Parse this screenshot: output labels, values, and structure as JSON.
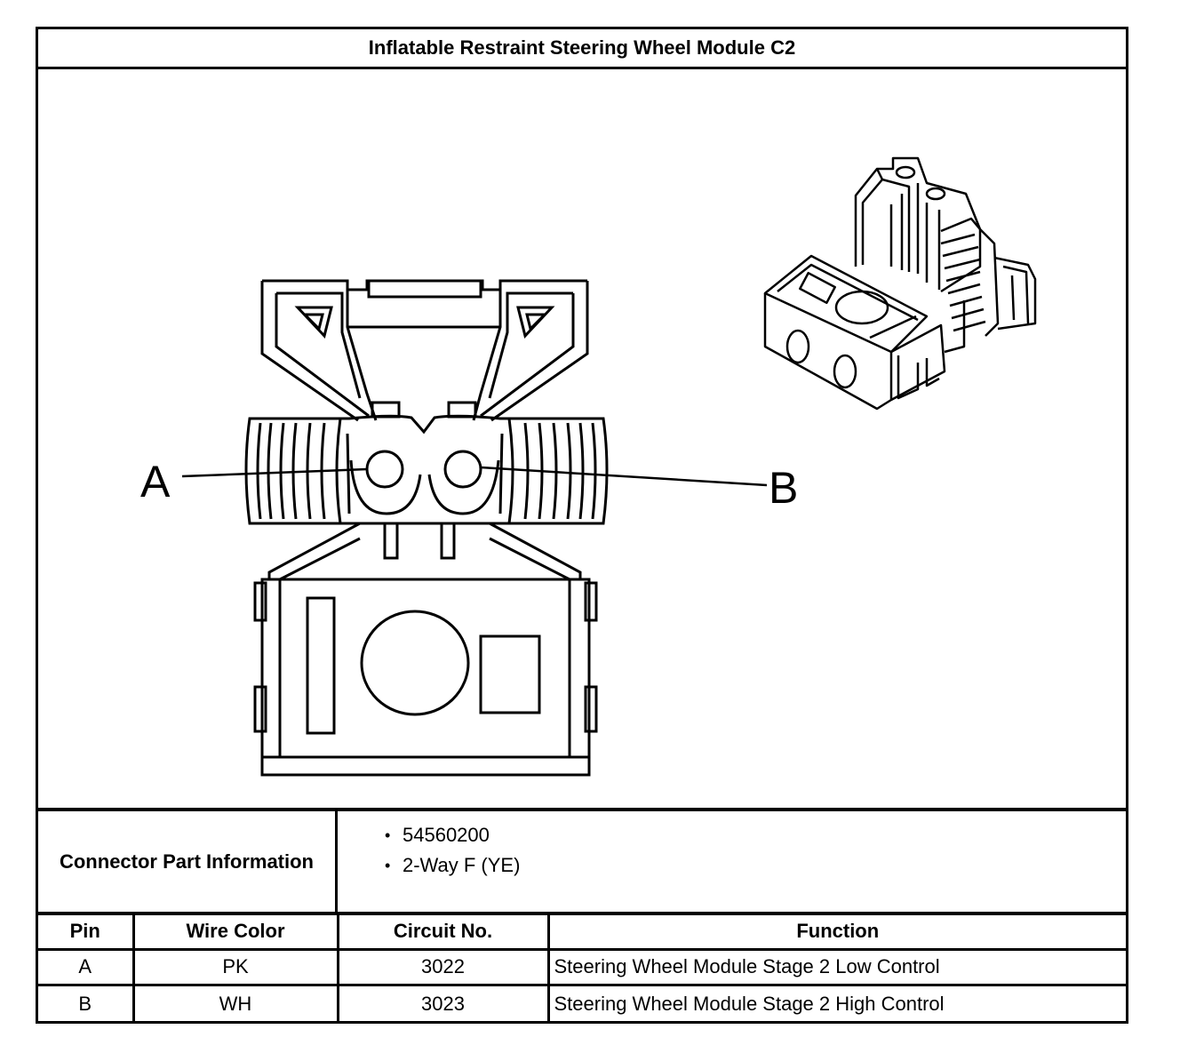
{
  "title": "Inflatable Restraint Steering Wheel Module C2",
  "diagram": {
    "callouts": {
      "a": "A",
      "b": "B"
    }
  },
  "connector_info": {
    "label": "Connector Part Information",
    "items": [
      "54560200",
      "2-Way F (YE)"
    ],
    "bullet": "•"
  },
  "table": {
    "headers": {
      "pin": "Pin",
      "wire_color": "Wire Color",
      "circuit": "Circuit No.",
      "function": "Function"
    },
    "rows": [
      {
        "pin": "A",
        "wire_color": "PK",
        "circuit": "3022",
        "function": "Steering Wheel Module Stage 2 Low Control"
      },
      {
        "pin": "B",
        "wire_color": "WH",
        "circuit": "3023",
        "function": "Steering Wheel Module Stage 2 High Control"
      }
    ]
  }
}
